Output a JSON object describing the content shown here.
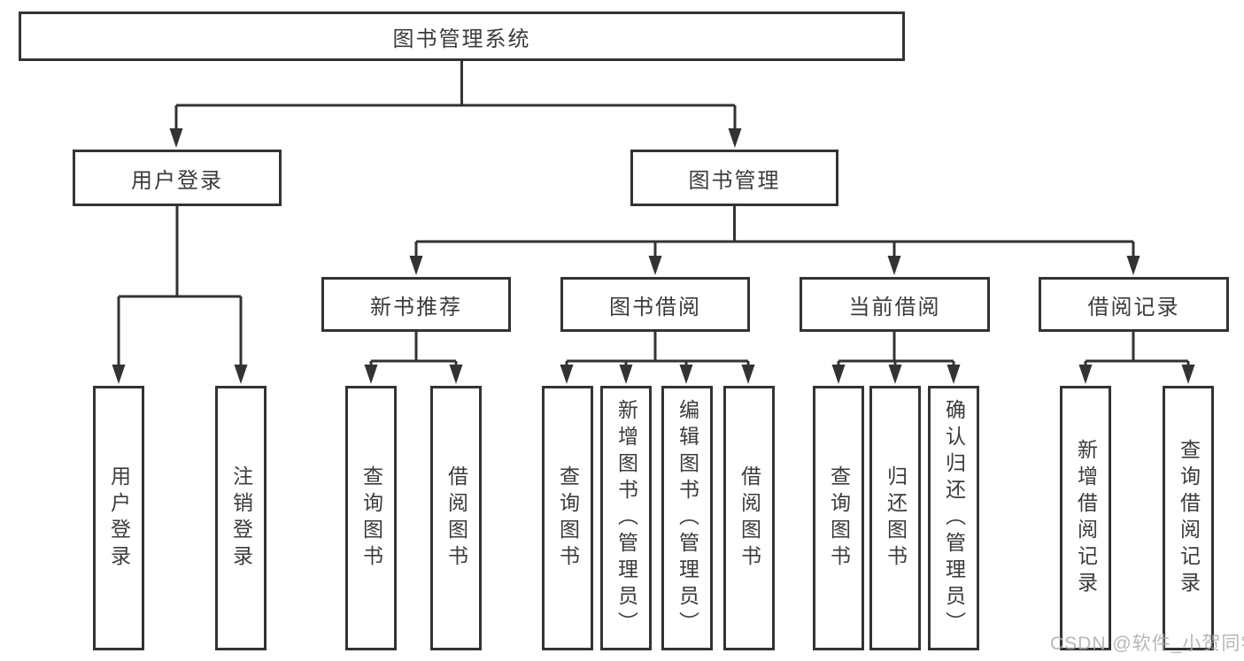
{
  "nodes": {
    "root": "图书管理系统",
    "level2": {
      "user_login": "用户登录",
      "book_mgmt": "图书管理"
    },
    "level3": {
      "recommend": "新书推荐",
      "borrow": "图书借阅",
      "current": "当前借阅",
      "records": "借阅记录"
    },
    "leaves": {
      "login": [
        "用户登录",
        "注销登录"
      ],
      "recommend": [
        "查询图书",
        "借阅图书"
      ],
      "borrow": [
        "查询图书",
        "新增图书（管理员）",
        "编辑图书（管理员）",
        "借阅图书"
      ],
      "current": [
        "查询图书",
        "归还图书",
        "确认归还（管理员）"
      ],
      "records": [
        "新增借阅记录",
        "查询借阅记录"
      ]
    }
  },
  "watermark": {
    "text": "CSDN @软件_小贺同学"
  },
  "colors": {
    "line": "#333333",
    "text": "#3b3b3b",
    "watermark": "#aaaaaa",
    "background": "#ffffff"
  }
}
